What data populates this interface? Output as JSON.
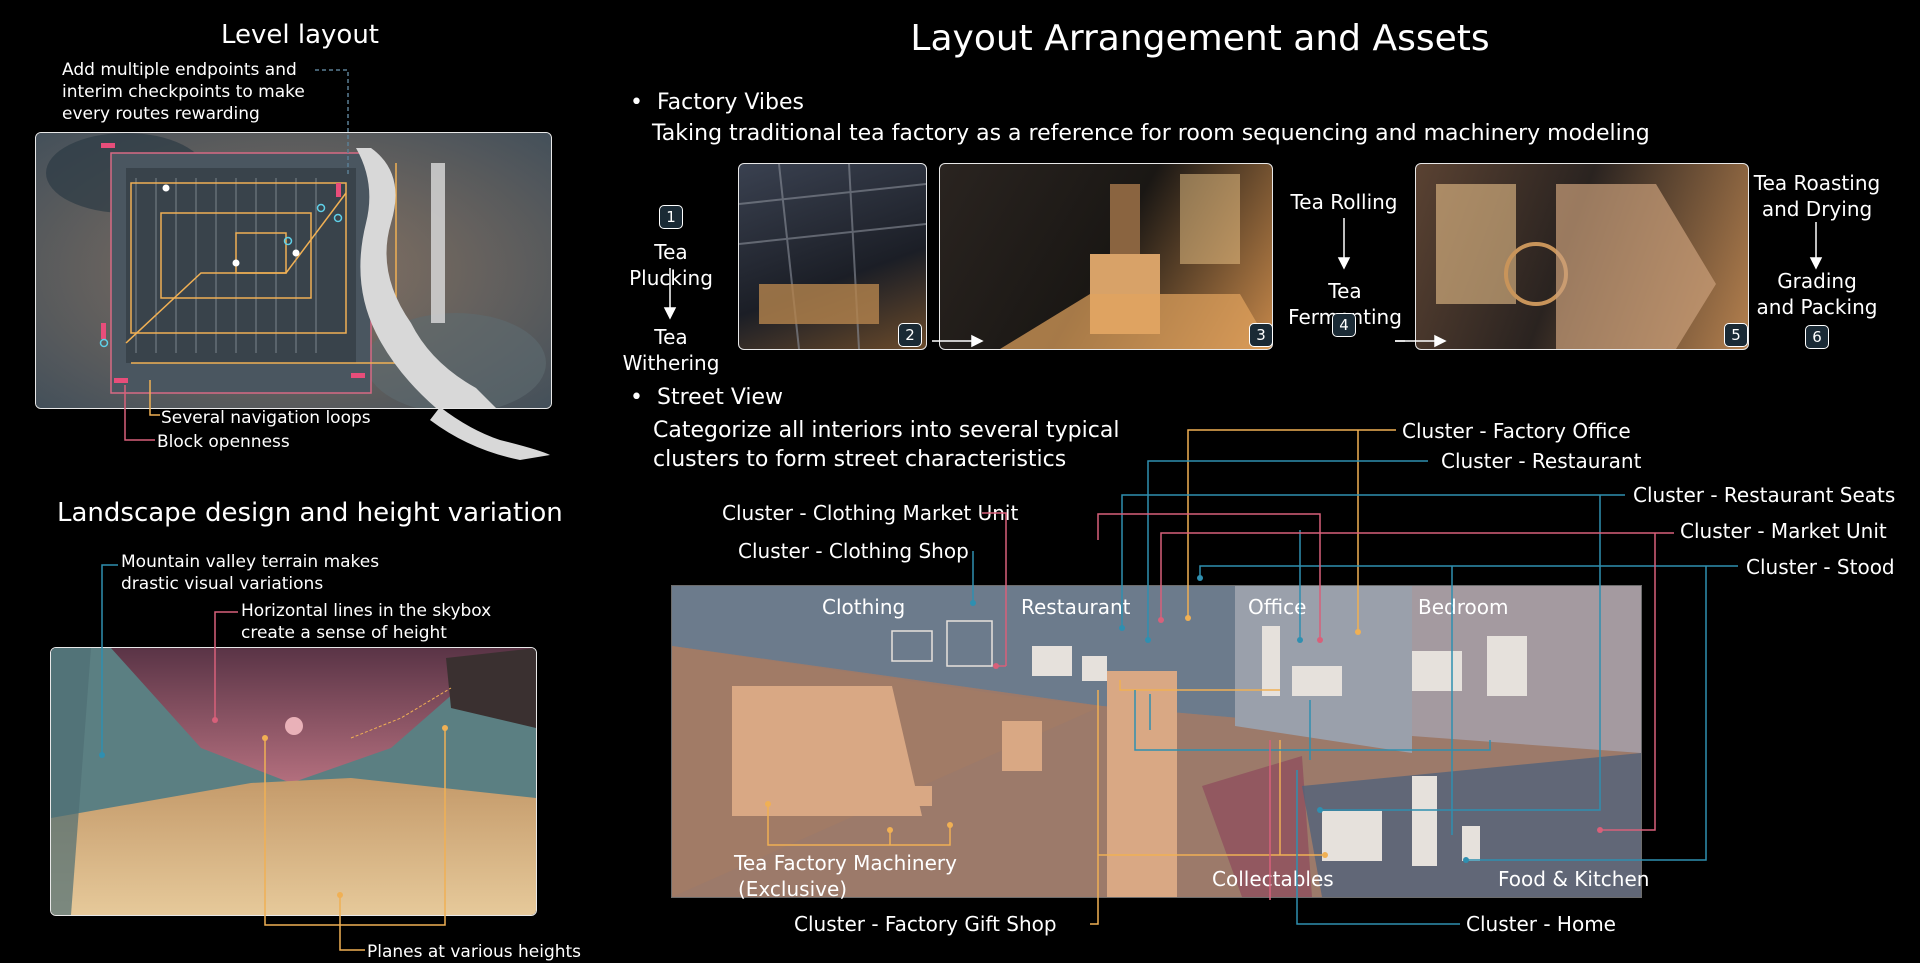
{
  "colors": {
    "orange": "#f0b054",
    "teal": "#2f8fb0",
    "pink": "#d8607a",
    "gray": "#5b7f95"
  },
  "level": {
    "title": "Level layout",
    "note1": "Add multiple endpoints and",
    "note2": "interim checkpoints to make",
    "note3": "every routes rewarding",
    "loops": "Several navigation loops",
    "openness": "Block openness"
  },
  "landscape": {
    "title": "Landscape design and height variation",
    "terrain1": "Mountain valley terrain makes",
    "terrain2": "drastic visual variations",
    "sky1": "Horizontal lines in the skybox",
    "sky2": "create a sense of height",
    "planes": "Planes at various heights"
  },
  "main": {
    "title": "Layout Arrangement and Assets"
  },
  "factory": {
    "heading": "Factory Vibes",
    "desc": "Taking traditional tea factory as a reference for room sequencing and machinery modeling",
    "plucking": "Tea Plucking",
    "withering": "Tea Withering",
    "rolling": "Tea Rolling",
    "fermenting": "Tea Fermenting",
    "roasting1": "Tea Roasting",
    "roasting2": "and Drying",
    "grading1": "Grading",
    "grading2": "and Packing",
    "steps": [
      "1",
      "2",
      "3",
      "4",
      "5",
      "6"
    ]
  },
  "street": {
    "heading": "Street View",
    "desc1": "Categorize all interiors into several typical",
    "desc2": "clusters to form street characteristics",
    "zones": {
      "clothing": "Clothing",
      "restaurant": "Restaurant",
      "office": "Office",
      "bedroom": "Bedroom",
      "collectables": "Collectables",
      "food": "Food & Kitchen"
    },
    "clusters": {
      "office": "Cluster - Factory Office",
      "restaurant": "Cluster - Restaurant",
      "seats": "Cluster - Restaurant Seats",
      "market": "Cluster - Market Unit",
      "stood": "Cluster - Stood",
      "clothing_market": "Cluster - Clothing Market Unit",
      "clothing_shop": "Cluster - Clothing Shop",
      "gift": "Cluster - Factory Gift Shop",
      "home": "Cluster - Home"
    },
    "machinery1": "Tea Factory Machinery",
    "machinery2": "(Exclusive)"
  }
}
